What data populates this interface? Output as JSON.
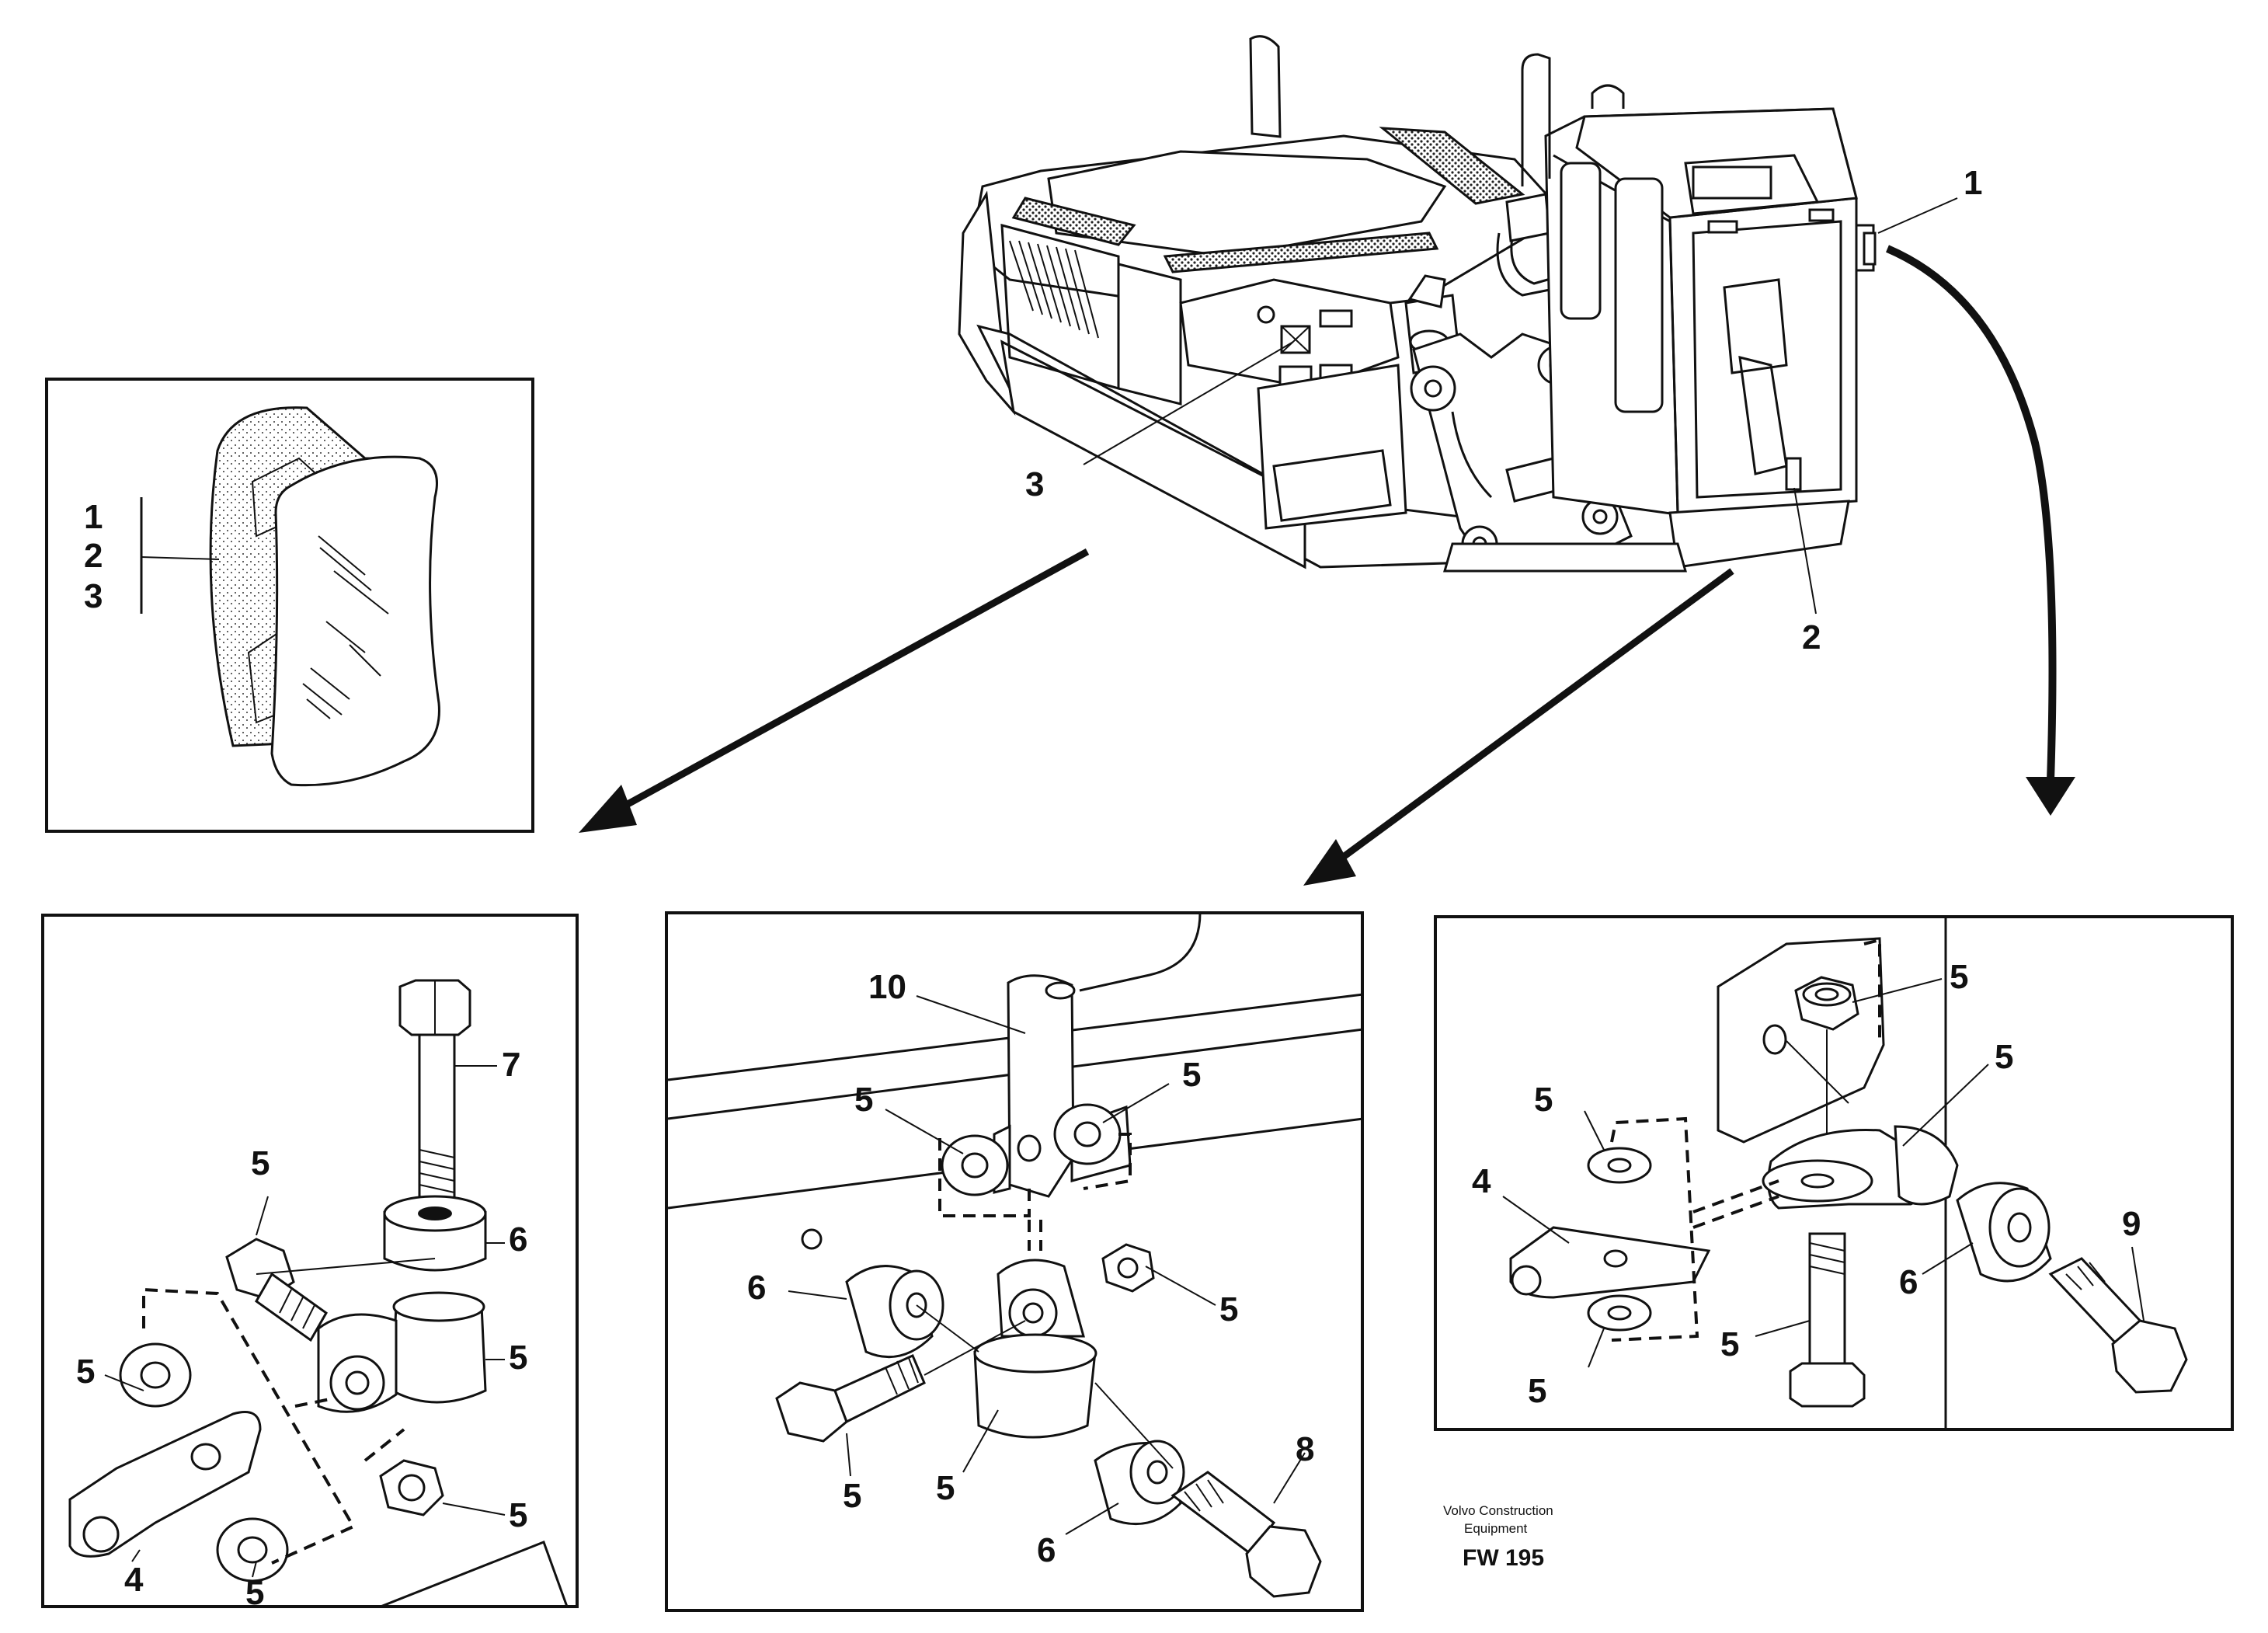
{
  "callouts": {
    "main": {
      "c1": "1",
      "c2": "2",
      "c3": "3"
    },
    "inset_lamp": {
      "l1": "1",
      "l2": "2",
      "l3": "3"
    },
    "left_detail": {
      "c7": "7",
      "c5a": "5",
      "c6": "6",
      "c5b": "5",
      "c5c": "5",
      "c4": "4",
      "c5d": "5",
      "c5e": "5"
    },
    "middle_detail": {
      "c10": "10",
      "c5a": "5",
      "c5b": "5",
      "c6a": "6",
      "c5c": "5",
      "c5d": "5",
      "c5e": "5",
      "c6b": "6",
      "c8": "8"
    },
    "right_detail": {
      "c5a": "5",
      "c5b": "5",
      "c5c": "5",
      "c4": "4",
      "c5d": "5",
      "c6": "6",
      "c9": "9",
      "c5e": "5"
    }
  },
  "footer": {
    "brand_line1": "Volvo Construction",
    "brand_line2": "Equipment",
    "code": "FW 195"
  }
}
